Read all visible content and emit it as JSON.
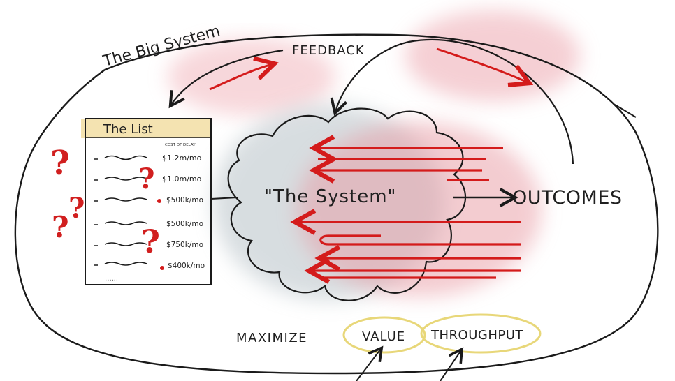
{
  "diagram": {
    "big_system_label": "The Big System",
    "feedback_label": "FEEDBACK",
    "system_label": "\"The  System\"",
    "outcomes_label": "OUTCOMES",
    "maximize_label": "MAXIMIZE",
    "value_label": "VALUE",
    "throughput_label": "THROUGHPUT",
    "list": {
      "title": "The List",
      "column_header": "COST OF DELAY",
      "items": [
        "$1.2m/mo",
        "$1.0m/mo",
        "$500k/mo",
        "$500k/mo",
        "$750k/mo",
        "$400k/mo"
      ],
      "ellipsis": "......"
    },
    "colors": {
      "outline": "#1a1a1a",
      "red": "#d41b1b",
      "pink_wash": "#f0b8bf",
      "grey_wash": "#b9c3c8",
      "list_header": "#f4e4b3",
      "yellow_circle": "#e9d97a"
    }
  }
}
